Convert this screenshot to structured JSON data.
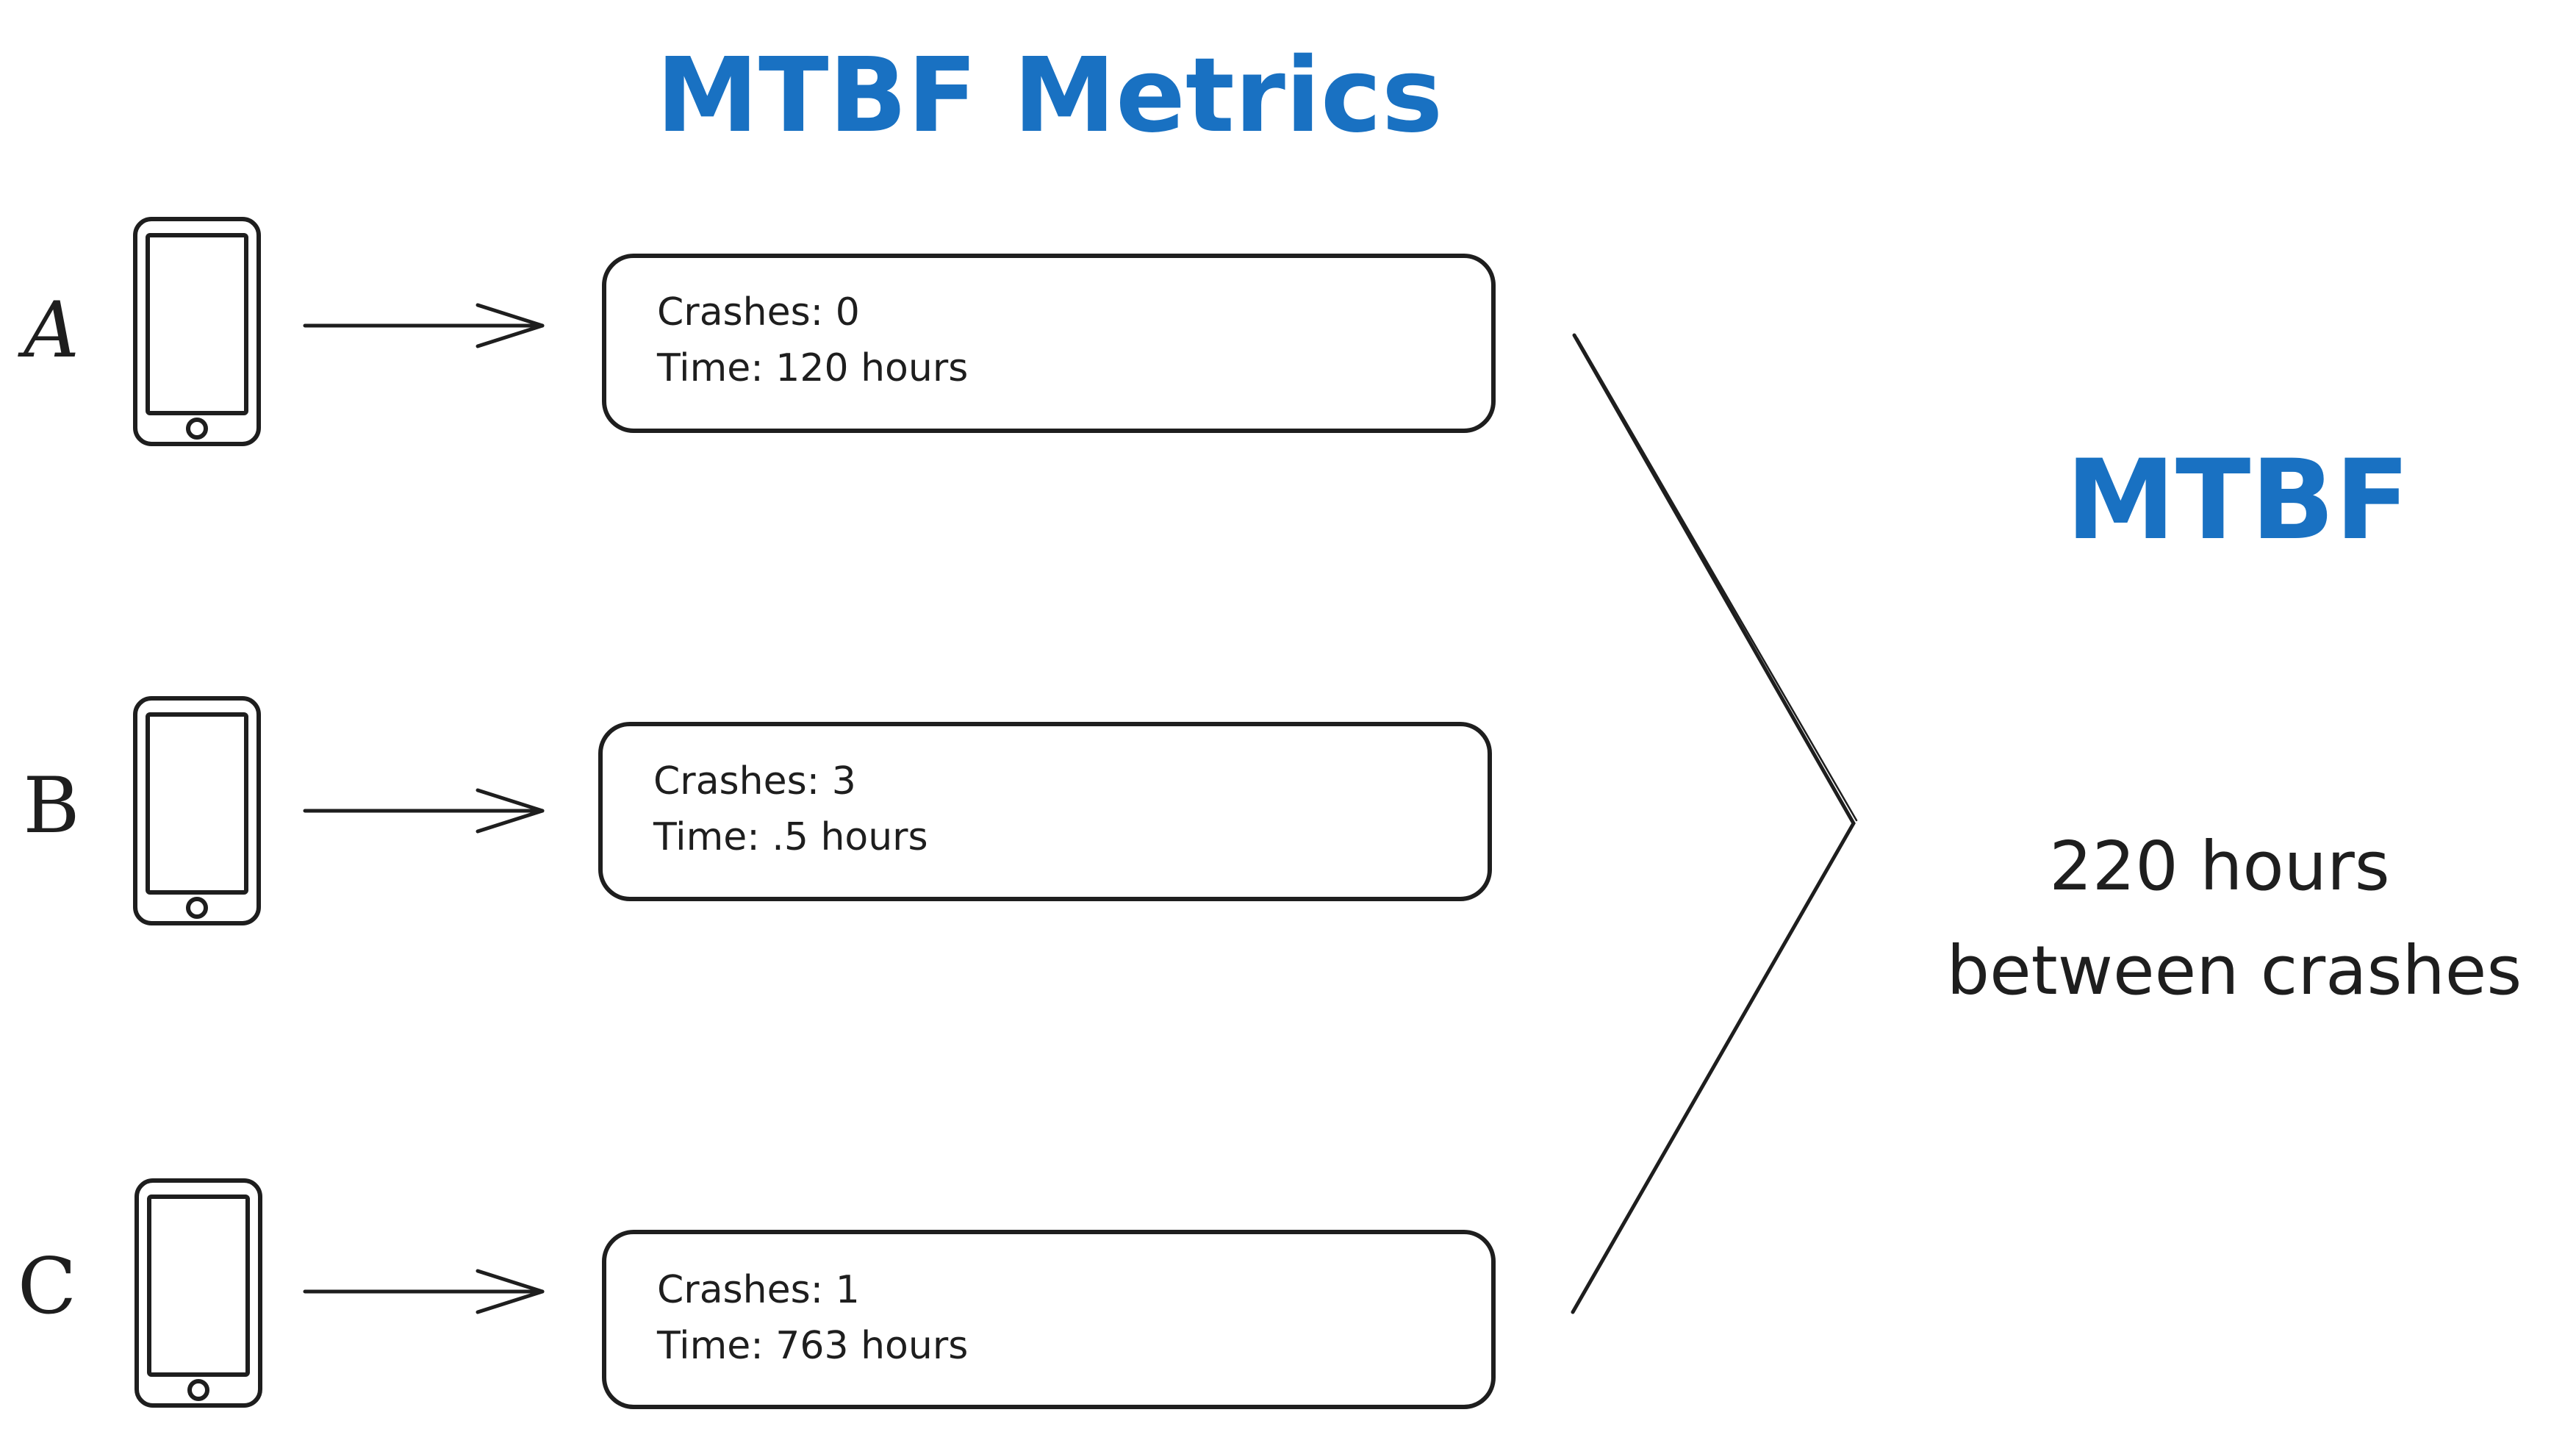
{
  "title": "MTBF Metrics",
  "colors": {
    "accent": "#1971c2",
    "ink": "#1e1e1e",
    "background": "#ffffff"
  },
  "devices": [
    {
      "label": "A",
      "icon": "phone-icon",
      "crashes_line": "Crashes: 0",
      "time_line": "Time: 120 hours"
    },
    {
      "label": "B",
      "icon": "phone-icon",
      "crashes_line": "Crashes: 3",
      "time_line": "Time: .5 hours"
    },
    {
      "label": "C",
      "icon": "phone-icon",
      "crashes_line": "Crashes: 1",
      "time_line": "Time: 763 hours"
    }
  ],
  "result": {
    "heading": "MTBF",
    "line1": "220 hours",
    "line2": "between crashes"
  }
}
